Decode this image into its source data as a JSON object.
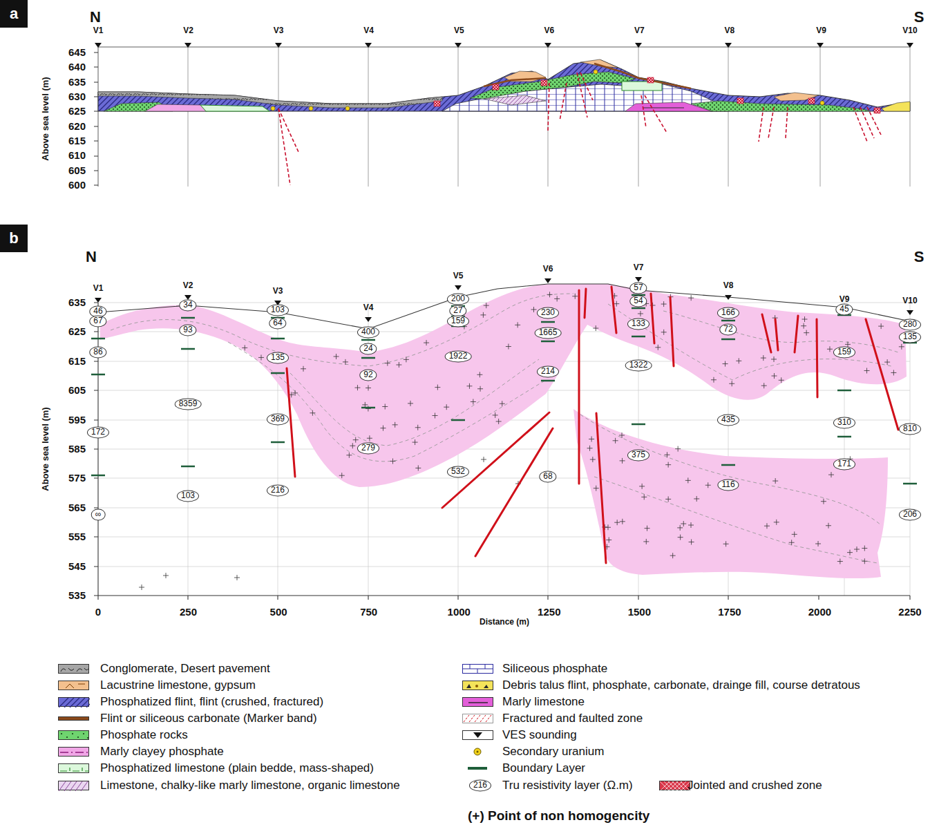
{
  "diagram": {
    "nodes": [
      {
        "text": [
          "a"
        ]
      },
      {
        "text": [
          "b"
        ]
      },
      {
        "text": [
          "46"
        ]
      },
      {
        "text": [
          "67"
        ]
      },
      {
        "text": [
          "86"
        ]
      },
      {
        "text": [
          "172"
        ]
      },
      {
        "text": [
          "∞"
        ]
      },
      {
        "text": [
          "34"
        ]
      },
      {
        "text": [
          "93"
        ]
      },
      {
        "text": [
          "8359"
        ]
      },
      {
        "text": [
          "103"
        ]
      },
      {
        "text": [
          "103"
        ]
      },
      {
        "text": [
          "64"
        ]
      },
      {
        "text": [
          "135"
        ]
      },
      {
        "text": [
          "369"
        ]
      },
      {
        "text": [
          "216"
        ]
      },
      {
        "text": [
          "400"
        ]
      },
      {
        "text": [
          "24"
        ]
      },
      {
        "text": [
          "92"
        ]
      },
      {
        "text": [
          "279"
        ]
      },
      {
        "text": [
          "200"
        ]
      },
      {
        "text": [
          "27"
        ]
      },
      {
        "text": [
          "159"
        ]
      },
      {
        "text": [
          "1922"
        ]
      },
      {
        "text": [
          "532"
        ]
      },
      {
        "text": [
          "230"
        ]
      },
      {
        "text": [
          "1665"
        ]
      },
      {
        "text": [
          "214"
        ]
      },
      {
        "text": [
          "68"
        ]
      },
      {
        "text": [
          "57"
        ]
      },
      {
        "text": [
          "54"
        ]
      },
      {
        "text": [
          "133"
        ]
      },
      {
        "text": [
          "1322"
        ]
      },
      {
        "text": [
          "375"
        ]
      },
      {
        "text": [
          "166"
        ]
      },
      {
        "text": [
          "72"
        ]
      },
      {
        "text": [
          "435"
        ]
      },
      {
        "text": [
          "116"
        ]
      },
      {
        "text": [
          "45"
        ]
      },
      {
        "text": [
          "159"
        ]
      },
      {
        "text": [
          "310"
        ]
      },
      {
        "text": [
          "171"
        ]
      },
      {
        "text": [
          "280"
        ]
      },
      {
        "text": [
          "135"
        ]
      },
      {
        "text": [
          "810"
        ]
      },
      {
        "text": [
          "206"
        ]
      }
    ],
    "labels": [
      "N",
      "S",
      "V1",
      "V2",
      "V3",
      "V4",
      "V5",
      "V6",
      "V7",
      "V8",
      "V9",
      "V10",
      "645",
      "640",
      "635",
      "630",
      "625",
      "620",
      "615",
      "610",
      "605",
      "600",
      "Above sea level (m)",
      "N",
      "S",
      "V1",
      "V2",
      "V3",
      "V4",
      "V5",
      "V6",
      "V7",
      "V8",
      "V9",
      "V10",
      "635",
      "625",
      "615",
      "605",
      "595",
      "585",
      "575",
      "565",
      "555",
      "545",
      "535",
      "Above sea level (m)",
      "0",
      "250",
      "500",
      "750",
      "1000",
      "1250",
      "1500",
      "1750",
      "2000",
      "2250",
      "Distance (m)",
      "216",
      "(+) Point of non homogencity"
    ],
    "legend": [
      {
        "text": "Conglomerate, Desert pavement",
        "color": "#a6a6a6"
      },
      {
        "text": "Lacustrine limestone, gypsum",
        "color": "#f3c08e"
      },
      {
        "text": "Phosphatized flint, flint (crushed, fractured)",
        "color": "#6b6bd6"
      },
      {
        "text": "Flint or siliceous carbonate (Marker band)",
        "color": "#8b4a1c"
      },
      {
        "text": "Phosphate rocks",
        "color": "#6fd46f"
      },
      {
        "text": "Marly clayey phosphate",
        "color": "#f0a6e6"
      },
      {
        "text": "Phosphatized limestone (plain bedde, mass-shaped)",
        "color": "#dcf8dc"
      },
      {
        "text": "Limestone, chalky-like marly limestone, organic limestone",
        "color": "#ead6f0"
      },
      {
        "text": "Siliceous phosphate"
      },
      {
        "text": "Debris talus flint, phosphate, carbonate, drainge fill, course detratous",
        "color": "#f4e35a"
      },
      {
        "text": "Marly limestone",
        "color": "#e35fd9"
      },
      {
        "text": "Fractured and faulted zone"
      },
      {
        "text": "VES sounding"
      },
      {
        "text": "Secondary uranium"
      },
      {
        "text": "Boundary Layer"
      },
      {
        "text": "Tru resistivity layer (Ω.m)"
      },
      {
        "text": "Jointed and crushed zone",
        "color": "#d9364a"
      }
    ]
  }
}
